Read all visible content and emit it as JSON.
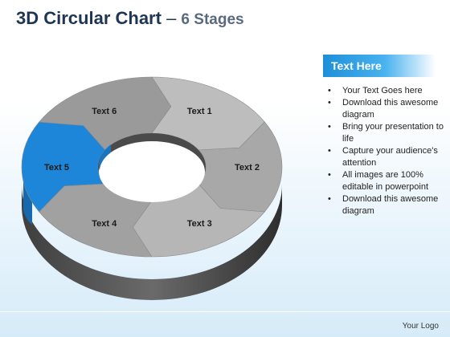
{
  "title": {
    "main": "3D Circular Chart",
    "dash": " – ",
    "sub": "6 Stages"
  },
  "diagram": {
    "stages": [
      {
        "label": "Text 1",
        "color": "#bdbdbd"
      },
      {
        "label": "Text 2",
        "color": "#a8a8a8"
      },
      {
        "label": "Text 3",
        "color": "#b6b6b6"
      },
      {
        "label": "Text 4",
        "color": "#a1a1a1"
      },
      {
        "label": "Text 5",
        "color": "#1e86d8"
      },
      {
        "label": "Text 6",
        "color": "#9a9a9a"
      }
    ],
    "highlight_color": "#1e86d8"
  },
  "panel": {
    "heading": "Text Here",
    "bullets": [
      "Your Text Goes here",
      "Download this awesome diagram",
      "Bring your presentation to life",
      "Capture your audience's attention",
      "All images are 100% editable in powerpoint",
      "Download this awesome diagram"
    ]
  },
  "footer": {
    "logo": "Your Logo"
  }
}
